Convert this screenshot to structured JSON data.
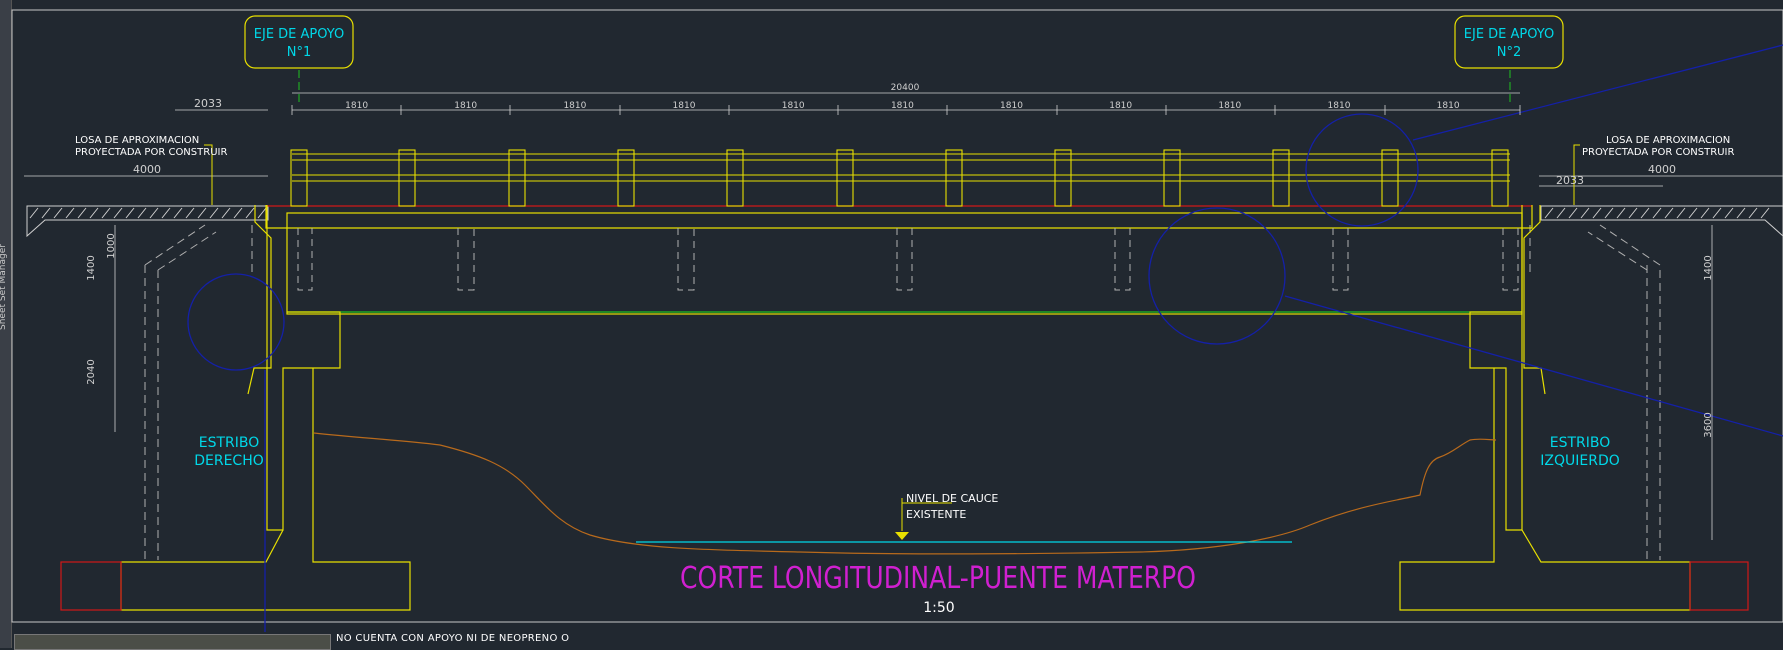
{
  "app": {
    "sidebar_label": "Sheet Set Manager"
  },
  "drawing": {
    "title": "CORTE LONGITUDINAL-PUENTE MATERPO",
    "scale": "1:50",
    "support_1": {
      "line1": "EJE DE APOYO",
      "line2": "N°1"
    },
    "support_2": {
      "line1": "EJE DE APOYO",
      "line2": "N°2"
    },
    "abutment_right": {
      "line1": "ESTRIBO",
      "line2": "DERECHO"
    },
    "abutment_left": {
      "line1": "ESTRIBO",
      "line2": "IZQUIERDO"
    },
    "approach_slab_left": {
      "line1": "LOSA DE APROXIMACION",
      "line2": "PROYECTADA POR CONSTRUIR"
    },
    "approach_slab_right": {
      "line1": "LOSA DE APROXIMACION",
      "line2": "PROYECTADA POR CONSTRUIR"
    },
    "riverbed": {
      "line1": "NIVEL DE CAUCE",
      "line2": "EXISTENTE"
    },
    "dimensions": {
      "total_span": "20400",
      "post_spacing": [
        "1810",
        "1810",
        "1810",
        "1810",
        "1810",
        "1810",
        "1810",
        "1810",
        "1810",
        "1810",
        "1810"
      ],
      "left_offset": "2033",
      "left_slab": "4000",
      "right_offset": "2033",
      "right_slab": "4000",
      "left_v1": "1000",
      "left_v2": "1400",
      "left_v3": "2040",
      "right_v1": "1400",
      "right_v2": "3600"
    },
    "bottom_note": "NO CUENTA CON APOYO NI DE NEOPRENO O"
  },
  "colors": {
    "background": "#212830",
    "structure": "#e8e000",
    "text_cyan": "#00d8e8",
    "title_magenta": "#d020d0",
    "deck_red": "#d01818",
    "slab_green": "#20c020",
    "terrain": "#b86a1c",
    "circle_blue": "#1420a8",
    "dims_white": "#d0d0d0",
    "dashed_grey": "#b0b0b0"
  }
}
